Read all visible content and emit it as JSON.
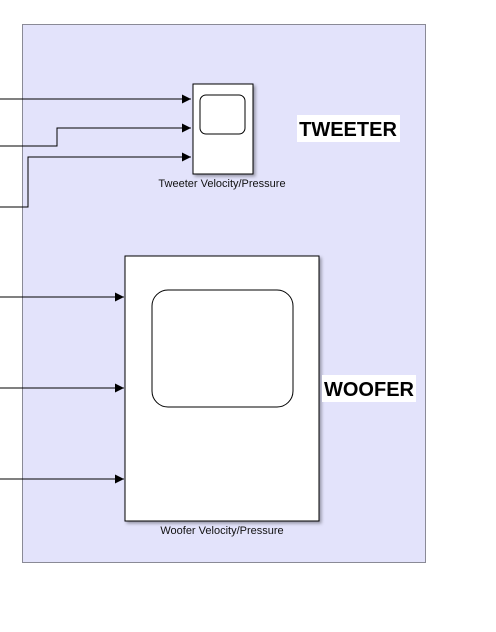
{
  "diagram": {
    "subsystem_area": {
      "fill": "#e3e3fb",
      "border": "#8a8a96"
    },
    "tweeter": {
      "area_label": "TWEETER",
      "scope_label": "Tweeter Velocity/Pressure",
      "input_count": 3
    },
    "woofer": {
      "area_label": "WOOFER",
      "scope_label": "Woofer Velocity/Pressure",
      "input_count": 3
    }
  }
}
